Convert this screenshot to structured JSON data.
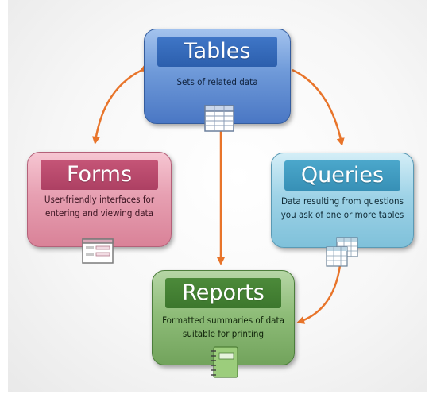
{
  "diagram": {
    "tables": {
      "title": "Tables",
      "description": "Sets of related data",
      "icon": "table-grid-icon"
    },
    "queries": {
      "title": "Queries",
      "description": "Data resulting from questions you ask of one or more tables",
      "icon": "stacked-tables-icon"
    },
    "forms": {
      "title": "Forms",
      "description": "User-friendly interfaces for entering and viewing data",
      "icon": "form-window-icon"
    },
    "reports": {
      "title": "Reports",
      "description": "Formatted summaries of data suitable for printing",
      "icon": "report-notebook-icon"
    },
    "arrow_color": "#e8742a",
    "colors": {
      "tables": "#3f76c7",
      "forms": "#c55577",
      "queries": "#4ba7cb",
      "reports": "#4c8a3a"
    }
  }
}
